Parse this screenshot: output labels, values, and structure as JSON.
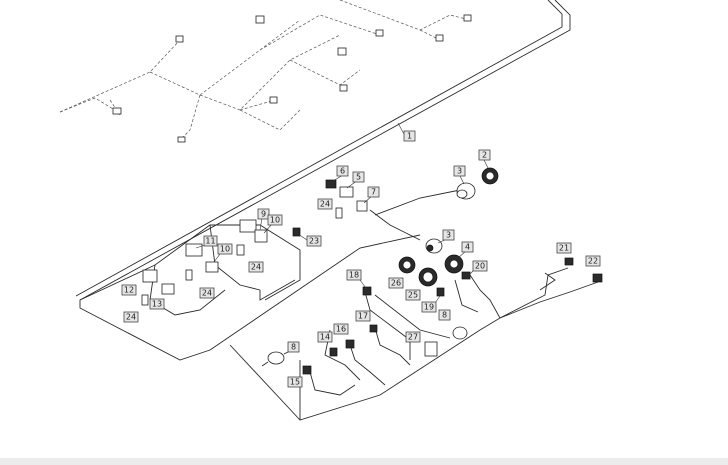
{
  "diagram": {
    "callouts": [
      {
        "id": "c1",
        "label": "1"
      },
      {
        "id": "c2",
        "label": "2"
      },
      {
        "id": "c3a",
        "label": "3"
      },
      {
        "id": "c3b",
        "label": "3"
      },
      {
        "id": "c4",
        "label": "4"
      },
      {
        "id": "c5",
        "label": "5"
      },
      {
        "id": "c6",
        "label": "6"
      },
      {
        "id": "c7",
        "label": "7"
      },
      {
        "id": "c8a",
        "label": "8"
      },
      {
        "id": "c8b",
        "label": "8"
      },
      {
        "id": "c9",
        "label": "9"
      },
      {
        "id": "c10a",
        "label": "10"
      },
      {
        "id": "c10b",
        "label": "10"
      },
      {
        "id": "c11",
        "label": "11"
      },
      {
        "id": "c12",
        "label": "12"
      },
      {
        "id": "c13",
        "label": "13"
      },
      {
        "id": "c14",
        "label": "14"
      },
      {
        "id": "c15",
        "label": "15"
      },
      {
        "id": "c16",
        "label": "16"
      },
      {
        "id": "c17",
        "label": "17"
      },
      {
        "id": "c18",
        "label": "18"
      },
      {
        "id": "c19",
        "label": "19"
      },
      {
        "id": "c20",
        "label": "20"
      },
      {
        "id": "c21",
        "label": "21"
      },
      {
        "id": "c22",
        "label": "22"
      },
      {
        "id": "c23",
        "label": "23"
      },
      {
        "id": "c24a",
        "label": "24"
      },
      {
        "id": "c24b",
        "label": "24"
      },
      {
        "id": "c24c",
        "label": "24"
      },
      {
        "id": "c24d",
        "label": "24"
      },
      {
        "id": "c25",
        "label": "25"
      },
      {
        "id": "c26",
        "label": "26"
      },
      {
        "id": "c27",
        "label": "27"
      }
    ]
  }
}
